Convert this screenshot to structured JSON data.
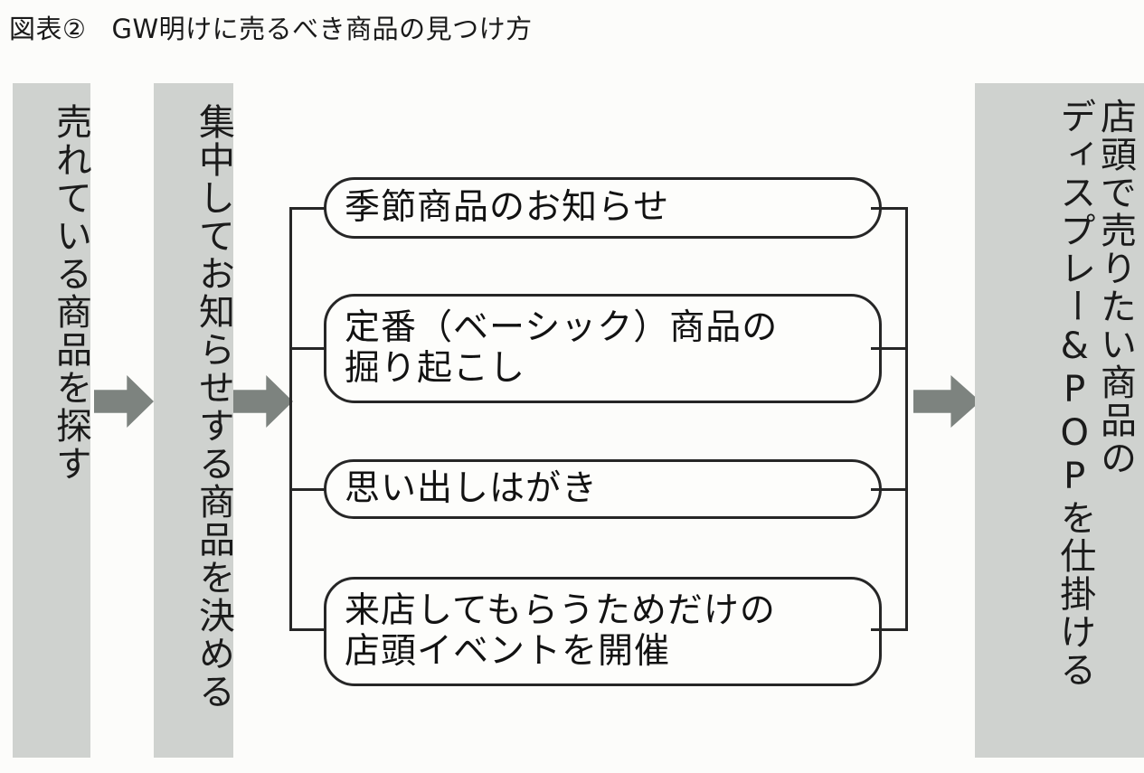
{
  "title": {
    "figure_label": "図表②",
    "text": "GW明けに売るべき商品の見つけ方"
  },
  "stages": [
    {
      "id": "find-selling-products",
      "lines": [
        "売れている商品を探す"
      ]
    },
    {
      "id": "decide-products-to-announce",
      "lines": [
        "集中してお知らせする商品を決める"
      ]
    },
    {
      "id": "display-and-pop",
      "lines": [
        "店頭で売りたい商品の",
        "ディスプレー&POPを仕掛ける"
      ]
    }
  ],
  "items": [
    {
      "id": "seasonal-product-announcement",
      "lines": [
        "季節商品のお知らせ"
      ]
    },
    {
      "id": "basic-product-excavation",
      "lines": [
        "定番（ベーシック）商品の",
        "掘り起こし"
      ]
    },
    {
      "id": "reminder-postcard",
      "lines": [
        "思い出しはがき"
      ]
    },
    {
      "id": "in-store-event",
      "lines": [
        "来店してもらうためだけの",
        "店頭イベントを開催"
      ]
    }
  ],
  "colors": {
    "stage_bar": "#cfd2cf",
    "arrow": "#7d837f",
    "line": "#262626",
    "background": "#fcfcfa",
    "text": "#1a1a1a"
  }
}
